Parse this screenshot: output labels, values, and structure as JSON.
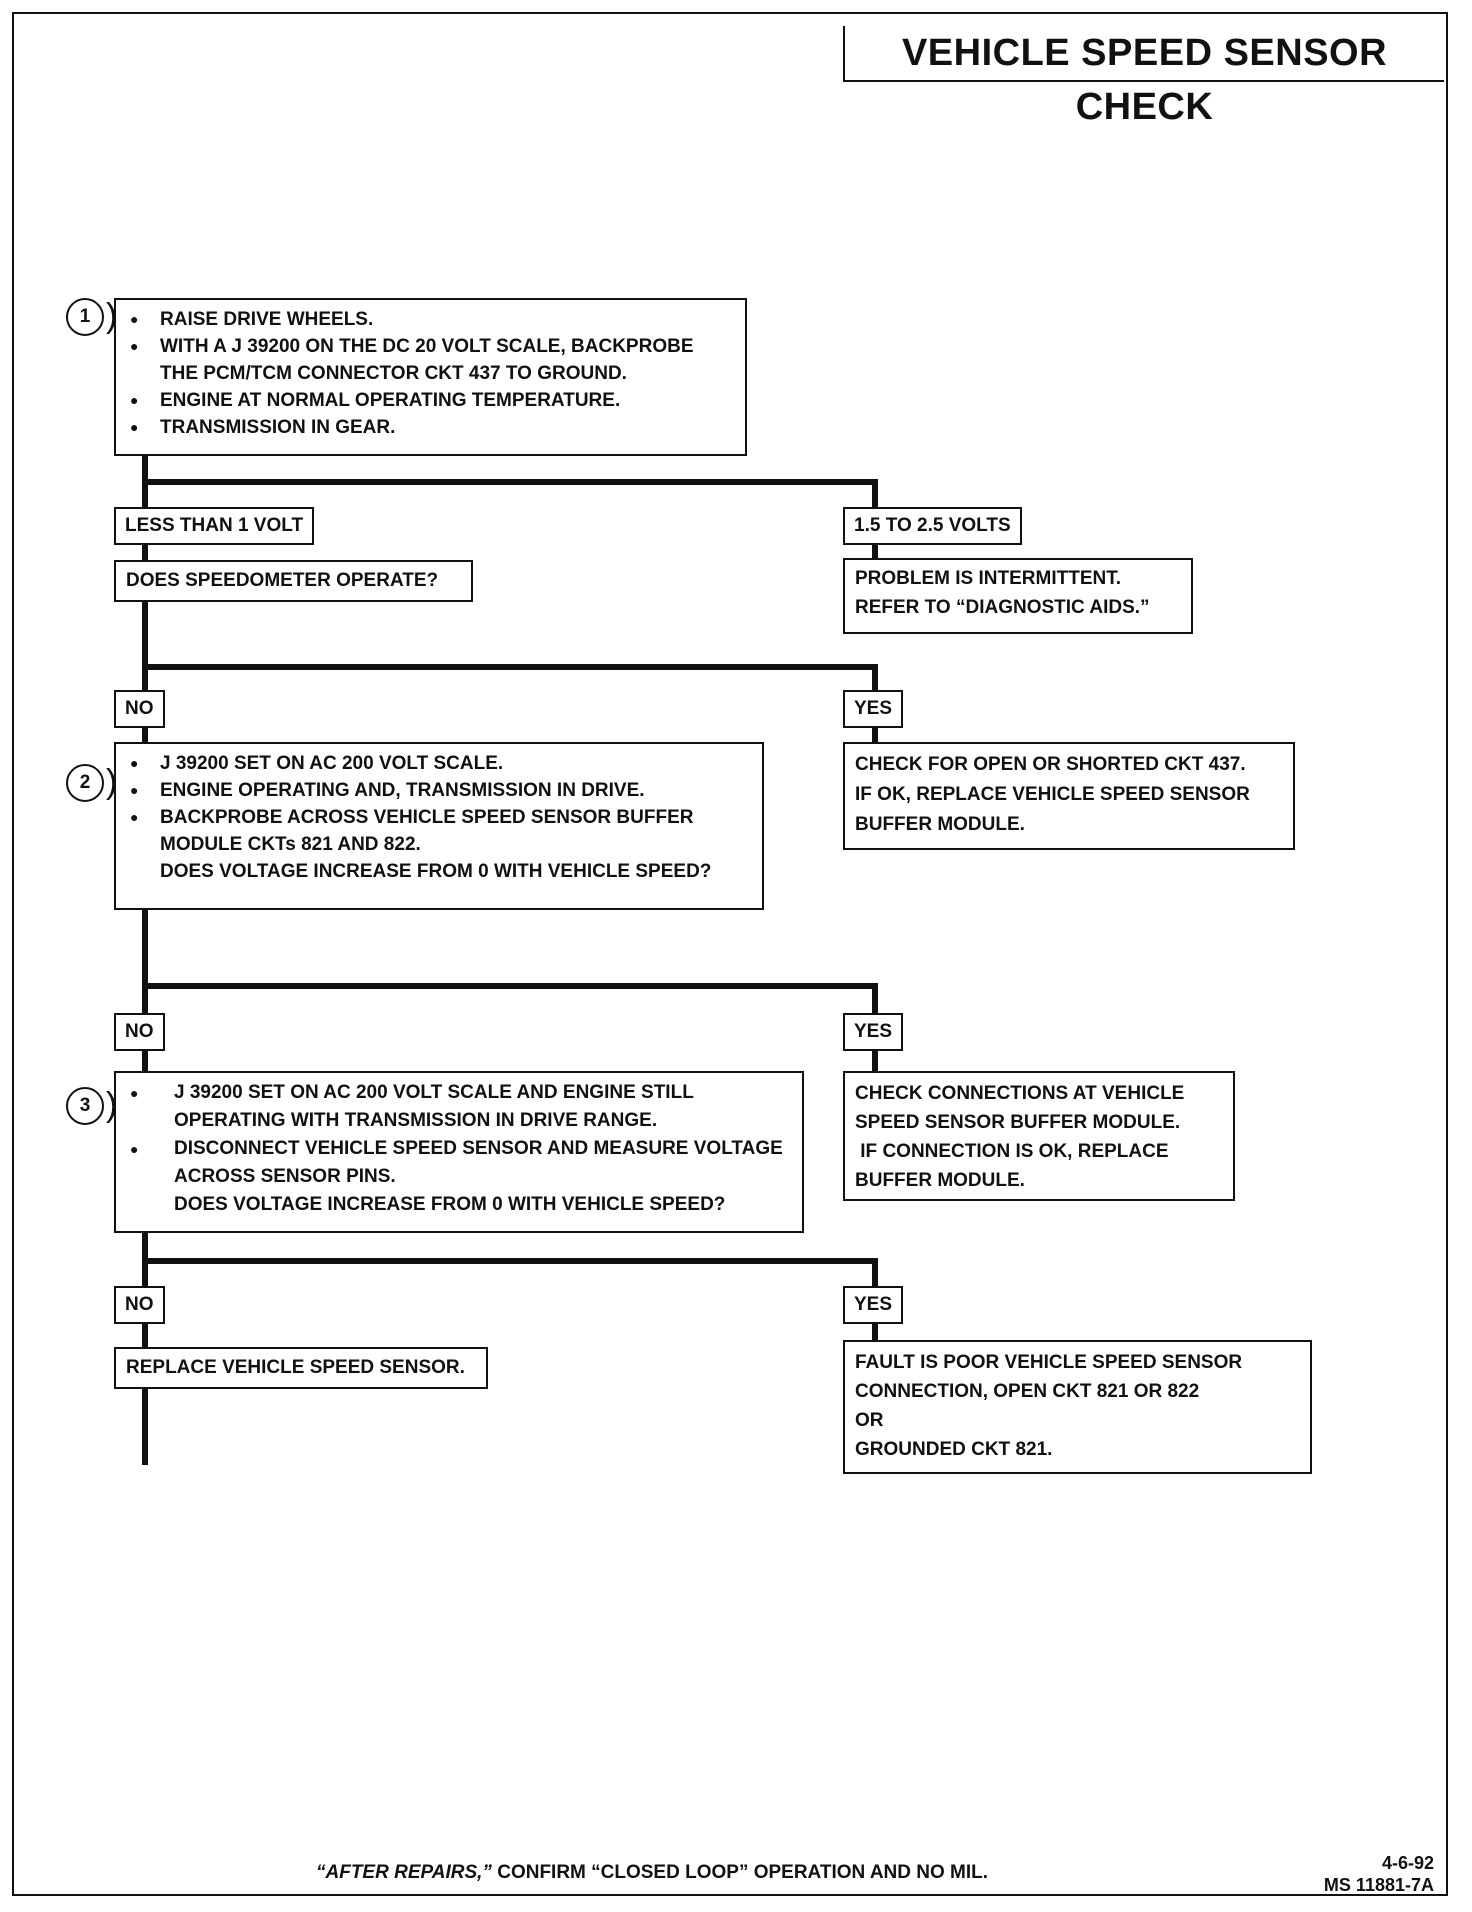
{
  "title": "VEHICLE SPEED SENSOR CHECK",
  "steps": {
    "step1": {
      "number": "1",
      "bullets": [
        "RAISE DRIVE WHEELS.",
        "WITH A J 39200 ON THE DC 20 VOLT SCALE, BACKPROBE THE PCM/TCM CONNECTOR CKT 437 TO GROUND.",
        "ENGINE AT NORMAL OPERATING TEMPERATURE.",
        "TRANSMISSION IN GEAR."
      ]
    },
    "step2": {
      "number": "2",
      "bullets": [
        "J 39200 SET ON AC 200 VOLT SCALE.",
        "ENGINE OPERATING AND, TRANSMISSION IN DRIVE.",
        "BACKPROBE ACROSS VEHICLE SPEED SENSOR BUFFER MODULE CKTs 821 AND 822."
      ],
      "question": "DOES VOLTAGE INCREASE FROM 0 WITH VEHICLE SPEED?"
    },
    "step3": {
      "number": "3",
      "bullets": [
        "J 39200 SET ON AC 200 VOLT SCALE AND ENGINE STILL OPERATING WITH TRANSMISSION IN DRIVE RANGE.",
        "DISCONNECT VEHICLE SPEED SENSOR AND MEASURE VOLTAGE ACROSS SENSOR PINS."
      ],
      "question": "DOES VOLTAGE INCREASE FROM 0 WITH VEHICLE SPEED?"
    }
  },
  "labels": {
    "less_than_1_volt": "LESS THAN 1 VOLT",
    "range_volts": "1.5 TO 2.5 VOLTS",
    "no": "NO",
    "yes": "YES"
  },
  "boxes": {
    "speedometer_question": "DOES SPEEDOMETER OPERATE?",
    "intermittent": [
      "PROBLEM IS INTERMITTENT.",
      "REFER TO “DIAGNOSTIC AIDS.”"
    ],
    "check_ckt437": [
      "CHECK FOR OPEN OR SHORTED CKT 437.",
      "IF OK, REPLACE VEHICLE SPEED SENSOR",
      "BUFFER MODULE."
    ],
    "check_connections": [
      "CHECK CONNECTIONS AT VEHICLE",
      "SPEED SENSOR BUFFER MODULE.",
      " IF CONNECTION IS OK, REPLACE",
      "BUFFER MODULE."
    ],
    "replace_sensor": "REPLACE VEHICLE SPEED SENSOR.",
    "fault_poor": [
      "FAULT IS POOR VEHICLE SPEED SENSOR",
      "CONNECTION, OPEN CKT 821 OR 822",
      "OR",
      "GROUNDED CKT 821."
    ]
  },
  "footer": {
    "italic": "“AFTER REPAIRS,”",
    "text": " CONFIRM “CLOSED LOOP” OPERATION AND NO MIL."
  },
  "meta": {
    "date": "4-6-92",
    "code": "MS 11881-7A"
  }
}
